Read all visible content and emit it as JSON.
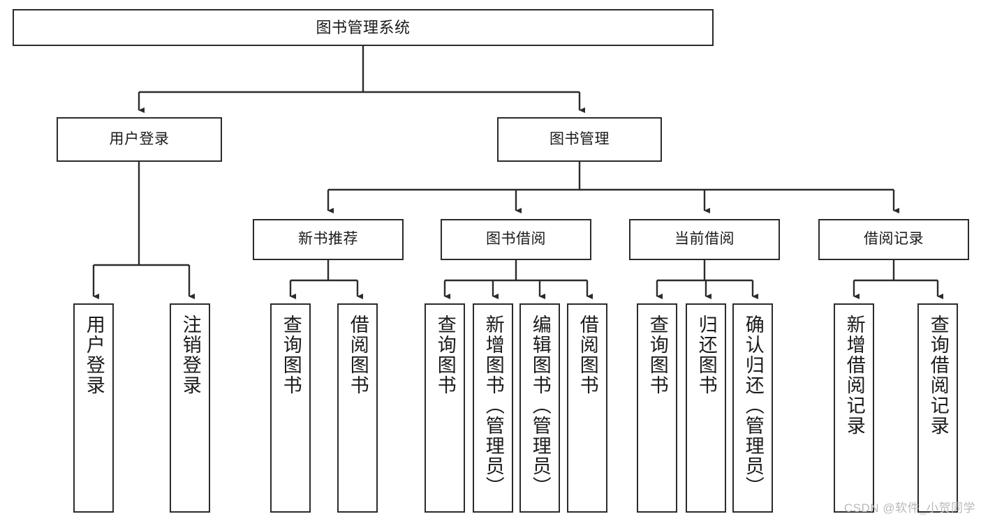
{
  "diagram": {
    "title": "图书管理系统",
    "type": "tree-hierarchy",
    "orientation": "top-down",
    "colors": {
      "background": "#ffffff",
      "box_border": "#2b2b2b",
      "box_fill": "#ffffff",
      "edge": "#2b2b2b",
      "text": "#1a1a1a",
      "watermark": "#b9b9b9"
    }
  },
  "watermark": {
    "text": "CSDN @软件_小贺同学"
  },
  "nodes": {
    "root": {
      "label": "图书管理系统"
    },
    "level2": [
      {
        "label": "用户登录"
      },
      {
        "label": "图书管理"
      }
    ],
    "level3": [
      {
        "label": "新书推荐"
      },
      {
        "label": "图书借阅"
      },
      {
        "label": "当前借阅"
      },
      {
        "label": "借阅记录"
      }
    ],
    "leaves": {
      "user_login": [
        {
          "label": "用户登录"
        },
        {
          "label": "注销登录"
        }
      ],
      "new_book_recommend": [
        {
          "label": "查询图书"
        },
        {
          "label": "借阅图书"
        }
      ],
      "book_borrow": [
        {
          "label": "查询图书"
        },
        {
          "label": "新增图书（管理员）"
        },
        {
          "label": "编辑图书（管理员）"
        },
        {
          "label": "借阅图书"
        }
      ],
      "current_borrow": [
        {
          "label": "查询图书"
        },
        {
          "label": "归还图书"
        },
        {
          "label": "确认归还（管理员）"
        }
      ],
      "borrow_record": [
        {
          "label": "新增借阅记录"
        },
        {
          "label": "查询借阅记录"
        }
      ]
    }
  }
}
